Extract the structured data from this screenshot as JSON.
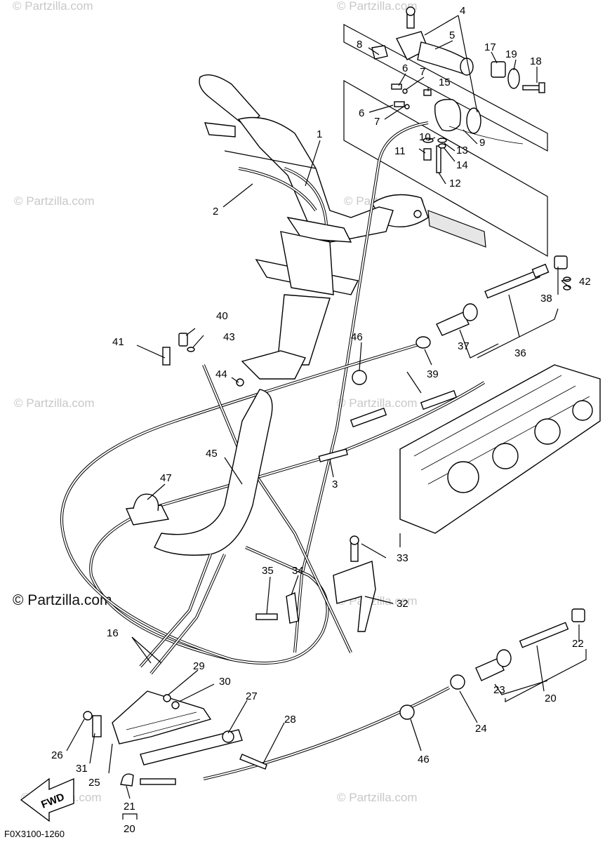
{
  "diagram_code": "F0X3100-1260",
  "watermark": "© Partzilla.com",
  "watermark_main": "© Partzilla.com",
  "fwd_label": "FWD",
  "callouts": [
    "1",
    "2",
    "3",
    "4",
    "5",
    "6",
    "6",
    "7",
    "7",
    "8",
    "9",
    "10",
    "11",
    "12",
    "13",
    "14",
    "15",
    "16",
    "17",
    "18",
    "19",
    "20",
    "20",
    "21",
    "22",
    "23",
    "24",
    "25",
    "26",
    "27",
    "28",
    "29",
    "30",
    "31",
    "32",
    "33",
    "34",
    "35",
    "36",
    "37",
    "38",
    "39",
    "40",
    "41",
    "42",
    "43",
    "44",
    "45",
    "46",
    "46",
    "47"
  ]
}
